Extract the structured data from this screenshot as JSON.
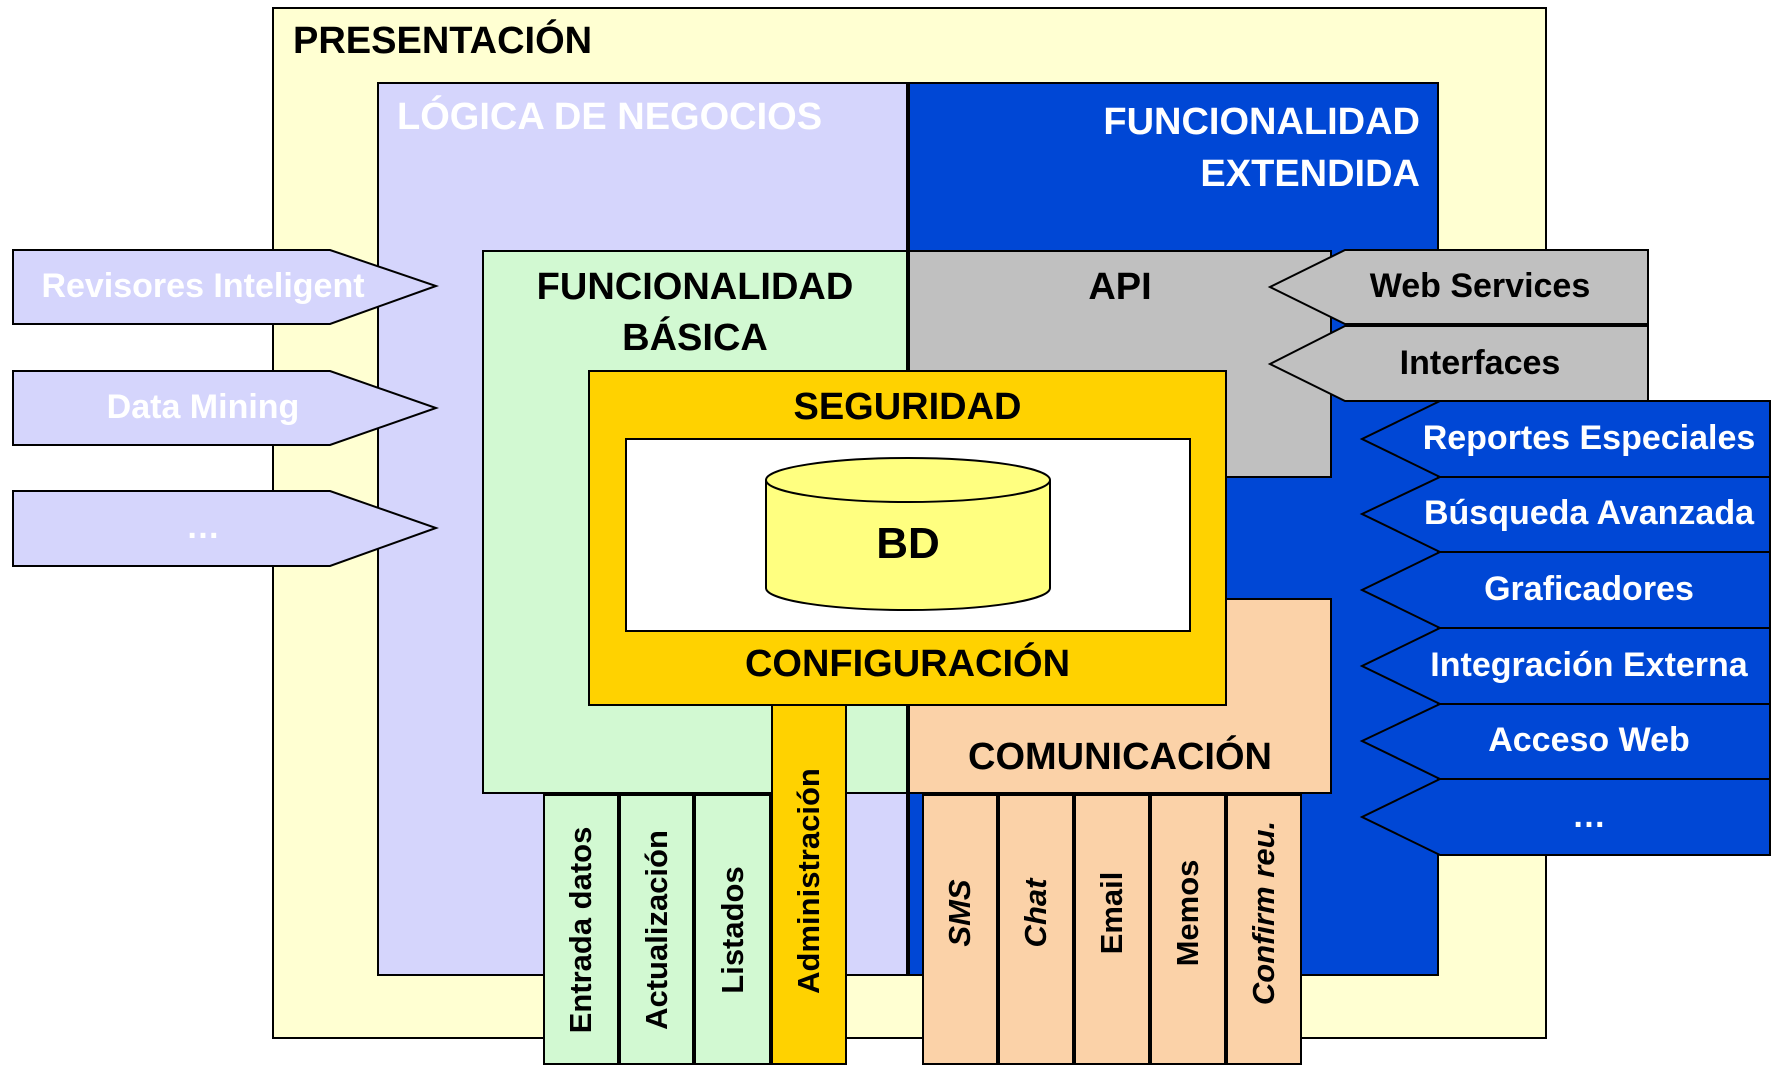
{
  "layers": {
    "presentacion": "PRESENTACIÓN",
    "logica_negocios": "LÓGICA DE NEGOCIOS",
    "funcionalidad_extendida": [
      "FUNCIONALIDAD",
      "EXTENDIDA"
    ],
    "funcionalidad_basica": [
      "FUNCIONALIDAD",
      "BÁSICA"
    ],
    "api": "API",
    "seguridad": "SEGURIDAD",
    "bd": "BD",
    "configuracion": "CONFIGURACIÓN",
    "comunicacion": "COMUNICACIÓN"
  },
  "left_arrows": [
    "Revisores Inteligent",
    "Data Mining",
    "…"
  ],
  "api_arrows": [
    "Web Services",
    "Interfaces"
  ],
  "extended_arrows": [
    "Reportes Especiales",
    "Búsqueda Avanzada",
    "Graficadores",
    "Integración Externa",
    "Acceso Web",
    "…"
  ],
  "basic_modules": [
    "Entrada datos",
    "Actualización",
    "Listados"
  ],
  "admin_module": "Administración",
  "comm_modules": [
    {
      "label": "SMS",
      "italic": true
    },
    {
      "label": "Chat",
      "italic": true
    },
    {
      "label": "Email",
      "italic": false
    },
    {
      "label": "Memos",
      "italic": false
    },
    {
      "label": "Confirm reu.",
      "italic": true
    }
  ],
  "colors": {
    "presentacion": "#FFFFD2",
    "logica_negocios": "#D5D5FC",
    "funcionalidad_extendida": "#0047D5",
    "funcionalidad_basica": "#D2F9D2",
    "api": "#C0C0C0",
    "seguridad": "#FFD200",
    "bd": "#FFFF80",
    "comunicacion": "#FBD2A8"
  }
}
